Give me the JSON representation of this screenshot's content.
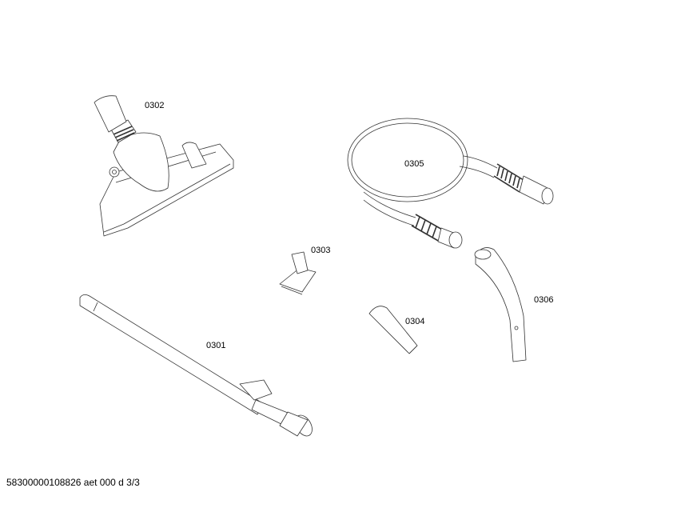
{
  "parts": [
    {
      "id": "0301",
      "name": "telescopic-tube"
    },
    {
      "id": "0302",
      "name": "floor-nozzle"
    },
    {
      "id": "0303",
      "name": "upholstery-nozzle"
    },
    {
      "id": "0304",
      "name": "crevice-nozzle"
    },
    {
      "id": "0305",
      "name": "suction-hose"
    },
    {
      "id": "0306",
      "name": "hose-handle"
    }
  ],
  "footer": "58300000108826 aet 000 d 3/3"
}
